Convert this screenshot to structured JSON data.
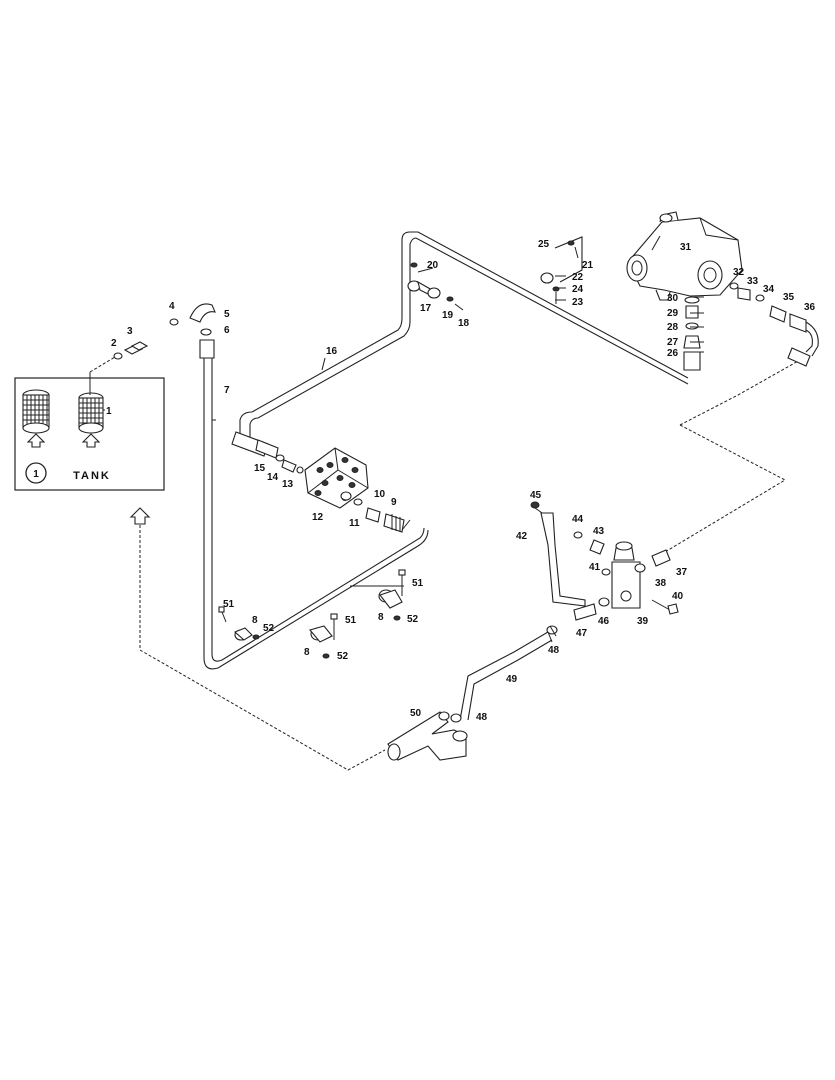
{
  "legend": {
    "index": "1",
    "title": "TANK"
  },
  "callouts": {
    "c1": "1",
    "c2": "2",
    "c3": "3",
    "c4": "4",
    "c5": "5",
    "c6": "6",
    "c7": "7",
    "c8a": "8",
    "c8b": "8",
    "c8c": "8",
    "c9": "9",
    "c10": "10",
    "c11": "11",
    "c12": "12",
    "c13": "13",
    "c14": "14",
    "c15": "15",
    "c16": "16",
    "c17": "17",
    "c18": "18",
    "c19": "19",
    "c20": "20",
    "c21": "21",
    "c22": "22",
    "c23": "23",
    "c24": "24",
    "c25": "25",
    "c26": "26",
    "c27": "27",
    "c28": "28",
    "c29": "29",
    "c30": "30",
    "c31": "31",
    "c32": "32",
    "c33": "33",
    "c34": "34",
    "c35": "35",
    "c36": "36",
    "c37": "37",
    "c38": "38",
    "c39": "39",
    "c40": "40",
    "c41": "41",
    "c42": "42",
    "c43": "43",
    "c44": "44",
    "c45": "45",
    "c46": "46",
    "c47": "47",
    "c48a": "48",
    "c48b": "48",
    "c49": "49",
    "c50": "50",
    "c51a": "51",
    "c51b": "51",
    "c51c": "51",
    "c52a": "52",
    "c52b": "52",
    "c52c": "52"
  }
}
